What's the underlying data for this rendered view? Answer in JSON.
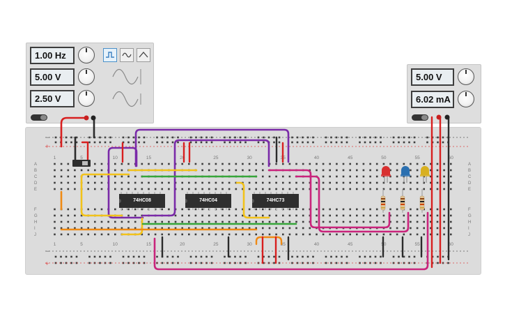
{
  "function_generator": {
    "frequency": "1.00 Hz",
    "amplitude": "5.00 V",
    "dc_offset": "2.50 V",
    "waveforms": [
      "square-wave-icon",
      "triangle-wave-icon",
      "sine-wave-icon"
    ],
    "selected_waveform": "square"
  },
  "power_supply": {
    "voltage": "5.00 V",
    "current": "6.02 mA"
  },
  "chips": [
    {
      "label": "74HC08"
    },
    {
      "label": "74HC04"
    },
    {
      "label": "74HC73"
    }
  ],
  "breadboard": {
    "column_numbers": [
      "1",
      "5",
      "10",
      "15",
      "20",
      "25",
      "30",
      "35",
      "40",
      "45",
      "50",
      "55",
      "60"
    ],
    "row_letters_top": [
      "A",
      "B",
      "C",
      "D",
      "E"
    ],
    "row_letters_bottom": [
      "F",
      "G",
      "H",
      "I",
      "J"
    ]
  },
  "leds": [
    {
      "color": "#d83030"
    },
    {
      "color": "#2a6fb0"
    },
    {
      "color": "#d8b020"
    }
  ],
  "colors": {
    "wire_red": "#d81f1f",
    "wire_black": "#2b2b2b",
    "wire_purple": "#7a2aa8",
    "wire_magenta": "#c9247c",
    "wire_yellow": "#f2c21a",
    "wire_green": "#37a63a",
    "wire_orange": "#ef8a14"
  }
}
